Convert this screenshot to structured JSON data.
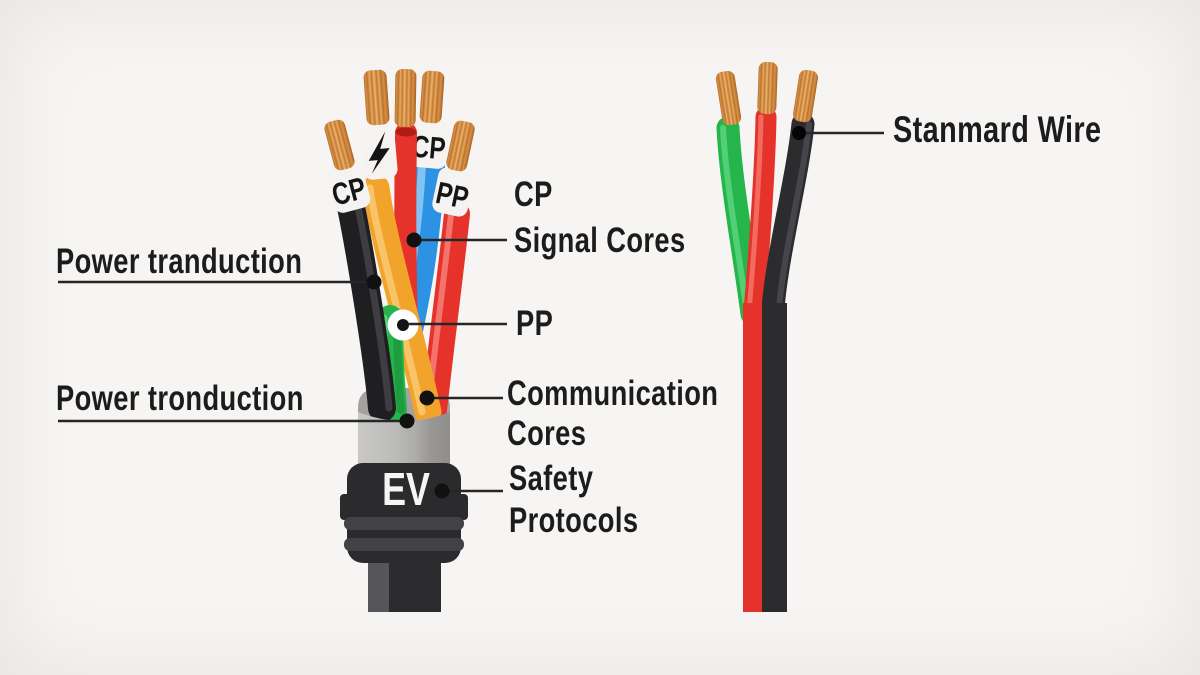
{
  "background_color": "#f6f5f3",
  "left_cable": {
    "connector_label": "EV",
    "tags": {
      "black_wire": "CP",
      "blue_wire": "CP",
      "red_wire": "PP",
      "orange_wire_icon": "lightning-bolt"
    },
    "callouts": {
      "power_tranduction": "Power tranduction",
      "power_tronduction": "Power tronduction",
      "cp_signal_cores": "CP\nSignal Cores",
      "pp": "PP",
      "communication_cores": "Communication\nCores",
      "safety_protocols": "Safety\nProtocols"
    }
  },
  "right_cable": {
    "callouts": {
      "standard_wire": "Stanmard Wire"
    }
  },
  "colors": {
    "copper": "#d98f47",
    "orange": "#f2a32b",
    "blue": "#2d92e4",
    "green": "#25b54a",
    "red": "#e5332b",
    "wire_black": "#1f1f21",
    "sheath_gray": "#b3b2b0",
    "connector_black": "#2b2b2d",
    "label_text": "#1c1c1c",
    "leader_line": "#262626"
  }
}
